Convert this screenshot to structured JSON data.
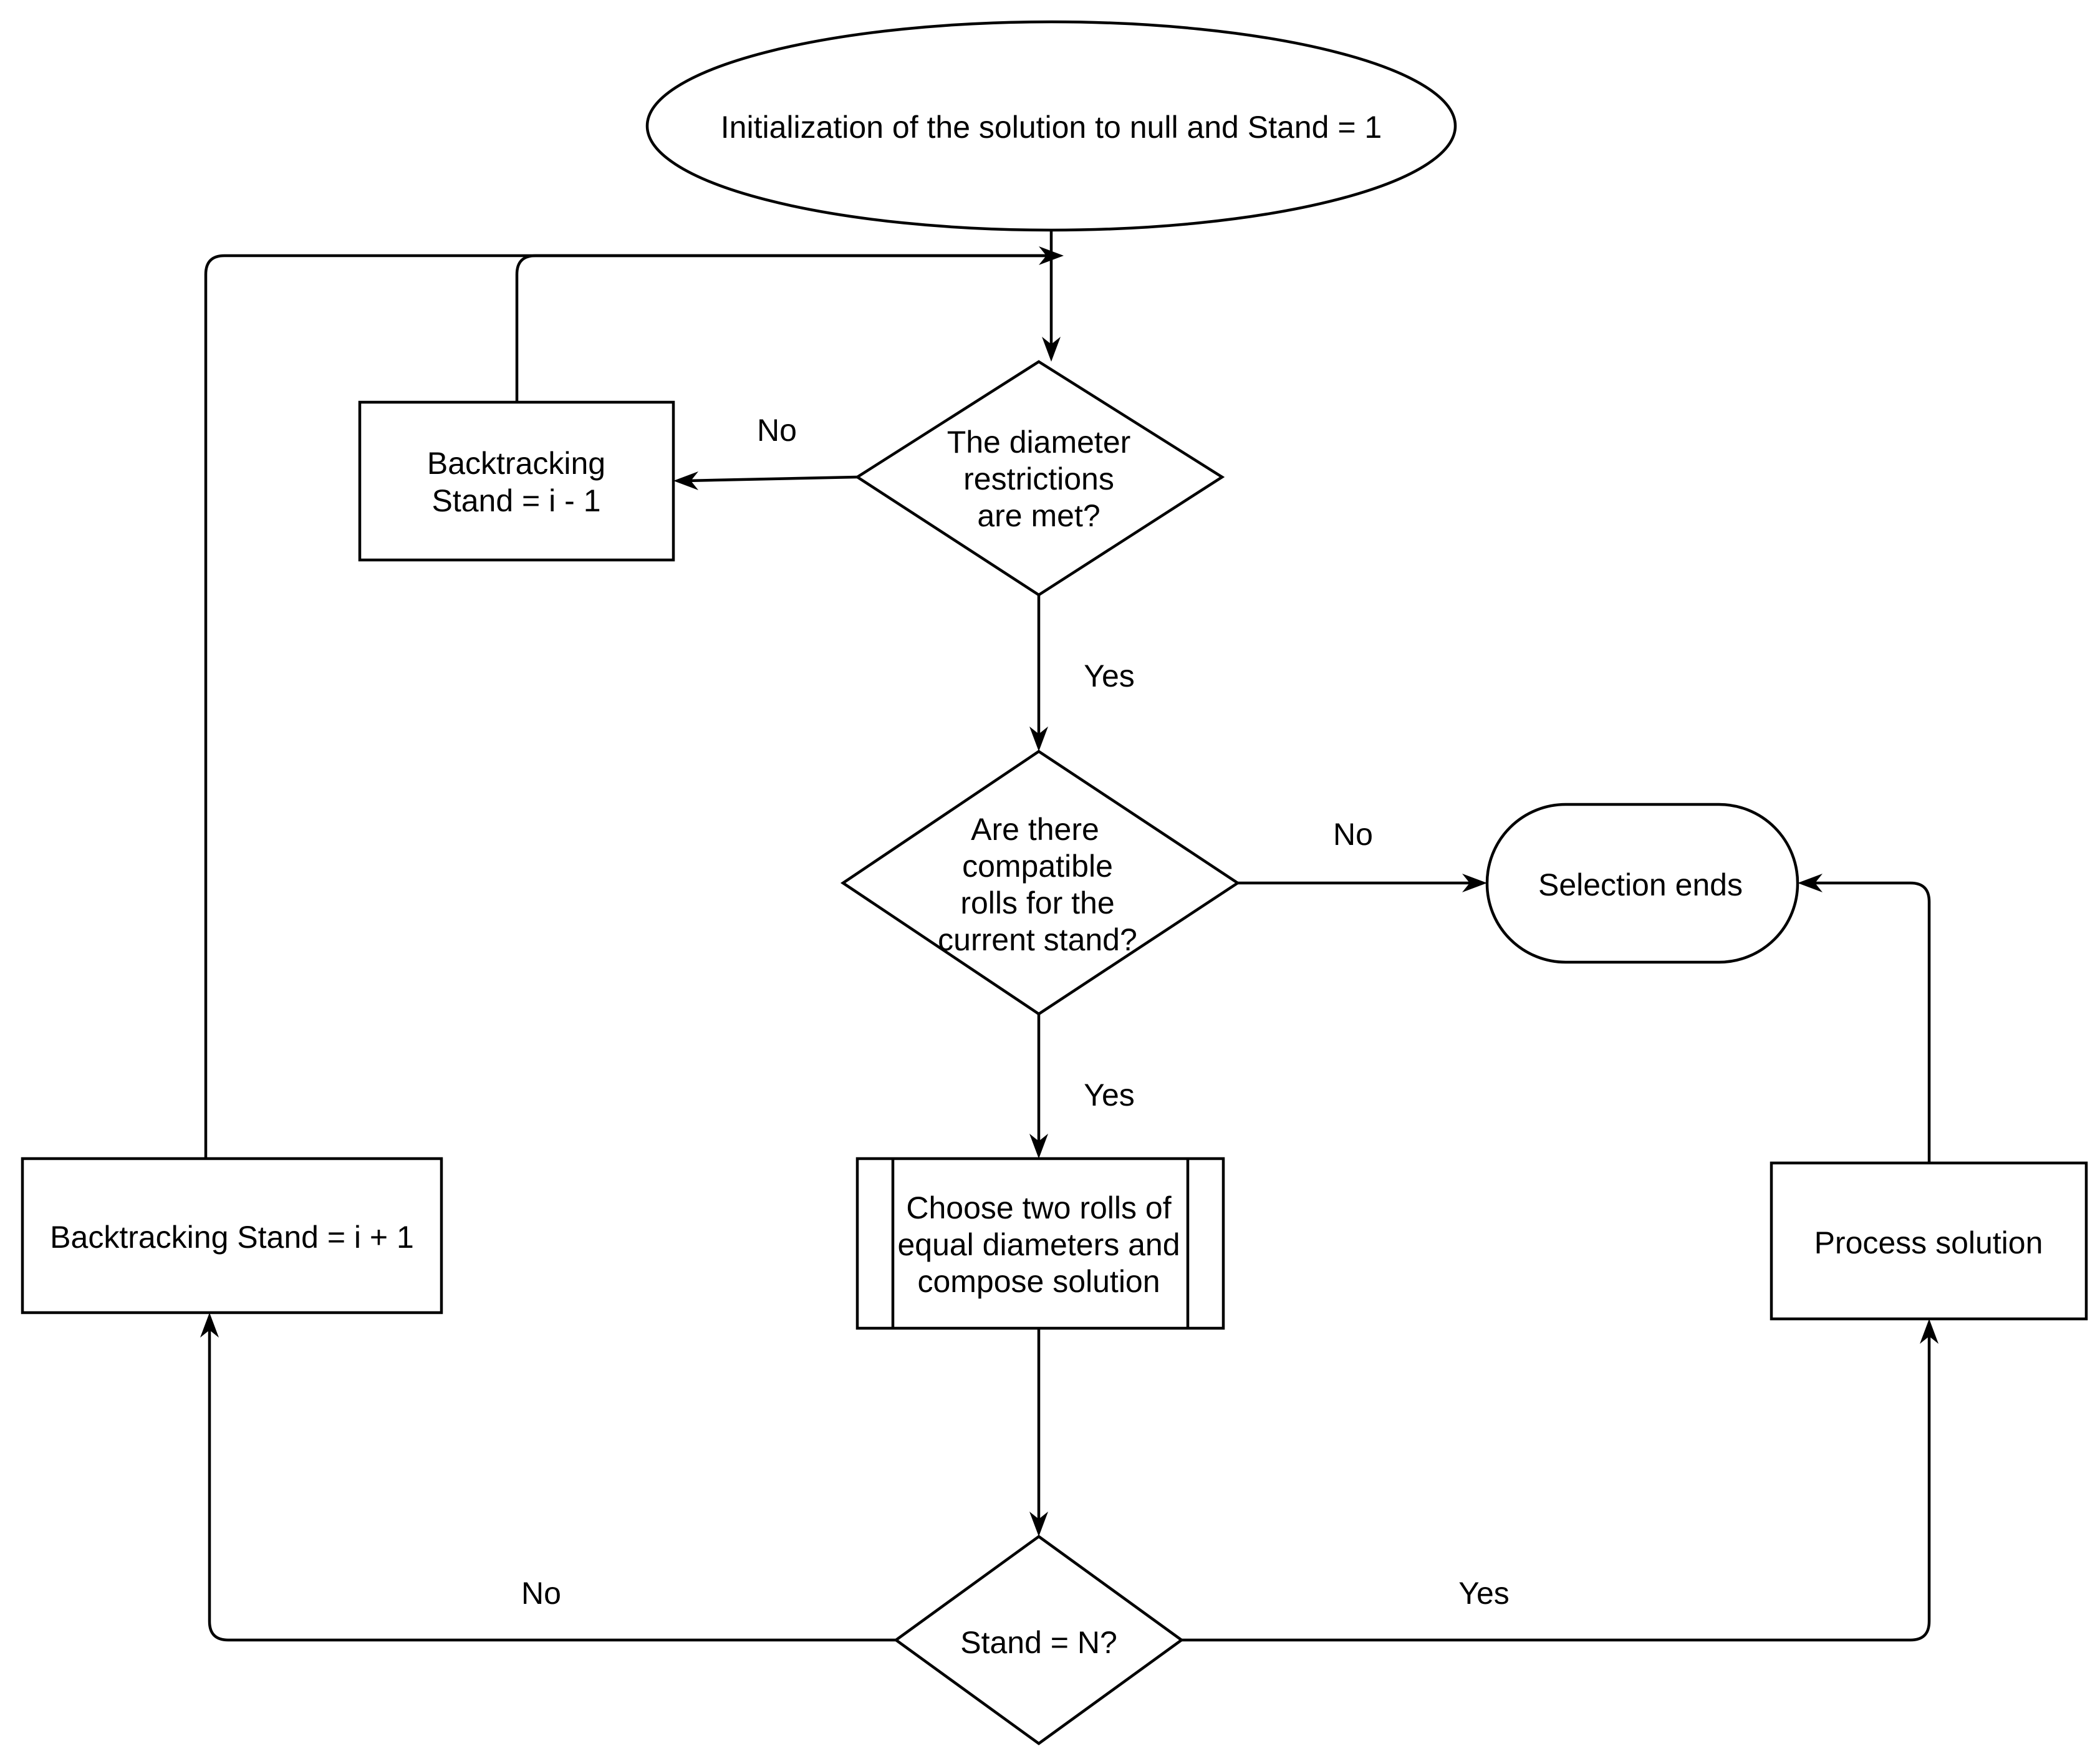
{
  "flowchart": {
    "nodes": {
      "start": {
        "shape": "ellipse",
        "lines": [
          "Initialization of the solution to null and Stand = 1"
        ]
      },
      "decision_diameter": {
        "shape": "diamond",
        "lines": [
          "The diameter",
          "restrictions",
          "are met?"
        ]
      },
      "backtrack_minus": {
        "shape": "rectangle",
        "lines": [
          "Backtracking",
          "Stand = i - 1"
        ]
      },
      "decision_compatible": {
        "shape": "diamond",
        "lines": [
          "Are there",
          "compatible",
          "rolls for the",
          "current stand?"
        ]
      },
      "selection_ends": {
        "shape": "terminator",
        "lines": [
          "Selection ends"
        ]
      },
      "choose_rolls": {
        "shape": "predefined-process",
        "lines": [
          "Choose two rolls of",
          "equal diameters and",
          "compose solution"
        ]
      },
      "decision_stand_n": {
        "shape": "diamond",
        "lines": [
          "Stand = N?"
        ]
      },
      "backtrack_plus": {
        "shape": "rectangle",
        "lines": [
          "Backtracking Stand = i + 1"
        ]
      },
      "process_solution": {
        "shape": "rectangle",
        "lines": [
          "Process solution"
        ]
      }
    },
    "edges": [
      {
        "from": "start",
        "to": "decision_diameter",
        "label": ""
      },
      {
        "from": "decision_diameter",
        "to": "backtrack_minus",
        "label": "No"
      },
      {
        "from": "decision_diameter",
        "to": "decision_compatible",
        "label": "Yes"
      },
      {
        "from": "backtrack_minus",
        "to": "decision_diameter",
        "label": ""
      },
      {
        "from": "decision_compatible",
        "to": "selection_ends",
        "label": "No"
      },
      {
        "from": "decision_compatible",
        "to": "choose_rolls",
        "label": "Yes"
      },
      {
        "from": "choose_rolls",
        "to": "decision_stand_n",
        "label": ""
      },
      {
        "from": "decision_stand_n",
        "to": "backtrack_plus",
        "label": "No"
      },
      {
        "from": "decision_stand_n",
        "to": "process_solution",
        "label": "Yes"
      },
      {
        "from": "backtrack_plus",
        "to": "decision_diameter",
        "label": ""
      },
      {
        "from": "process_solution",
        "to": "selection_ends",
        "label": ""
      }
    ]
  }
}
